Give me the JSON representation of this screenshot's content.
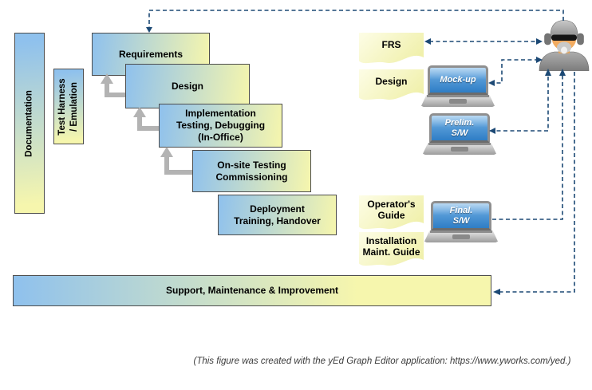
{
  "colors": {
    "node_blue": "#8fc1ed",
    "node_yellow": "#f6f6ad",
    "edge_blue": "#1c4975",
    "arrow_gray": "#b3b3b3",
    "doc_light": "#fdfde6",
    "doc_yellow": "#eeeea2",
    "screen_top": "#74b2e6",
    "screen_bottom": "#2e7dc5",
    "caption_gray": "#3b3b3b",
    "border_dark": "#4d4d4d"
  },
  "bars": {
    "documentation": {
      "label": "Documentation"
    },
    "test_harness": {
      "line1": "Test Harness",
      "line2": "/ Emulation"
    }
  },
  "phases": {
    "requirements": {
      "label": "Requirements"
    },
    "design": {
      "label": "Design"
    },
    "implementation": {
      "line1": "Implementation",
      "line2": "Testing, Debugging",
      "line3": "(In-Office)"
    },
    "onsite": {
      "line1": "On-site Testing",
      "line2": "Commissioning"
    },
    "deployment": {
      "line1": "Deployment",
      "line2": "Training, Handover"
    }
  },
  "support": {
    "label": "Support, Maintenance & Improvement"
  },
  "documents": {
    "frs": {
      "label": "FRS"
    },
    "design_doc": {
      "label": "Design"
    },
    "operators": {
      "line1": "Operator's",
      "line2": "Guide"
    },
    "installation": {
      "line1": "Installation",
      "line2": "Maint. Guide"
    }
  },
  "laptops": {
    "mockup": {
      "label": "Mock-up"
    },
    "prelim": {
      "line1": "Prelim.",
      "line2": "S/W"
    },
    "final": {
      "line1": "Final.",
      "line2": "S/W"
    }
  },
  "caption": {
    "text": "(This figure was created with the yEd Graph Editor application: https://www.yworks.com/yed.)"
  }
}
